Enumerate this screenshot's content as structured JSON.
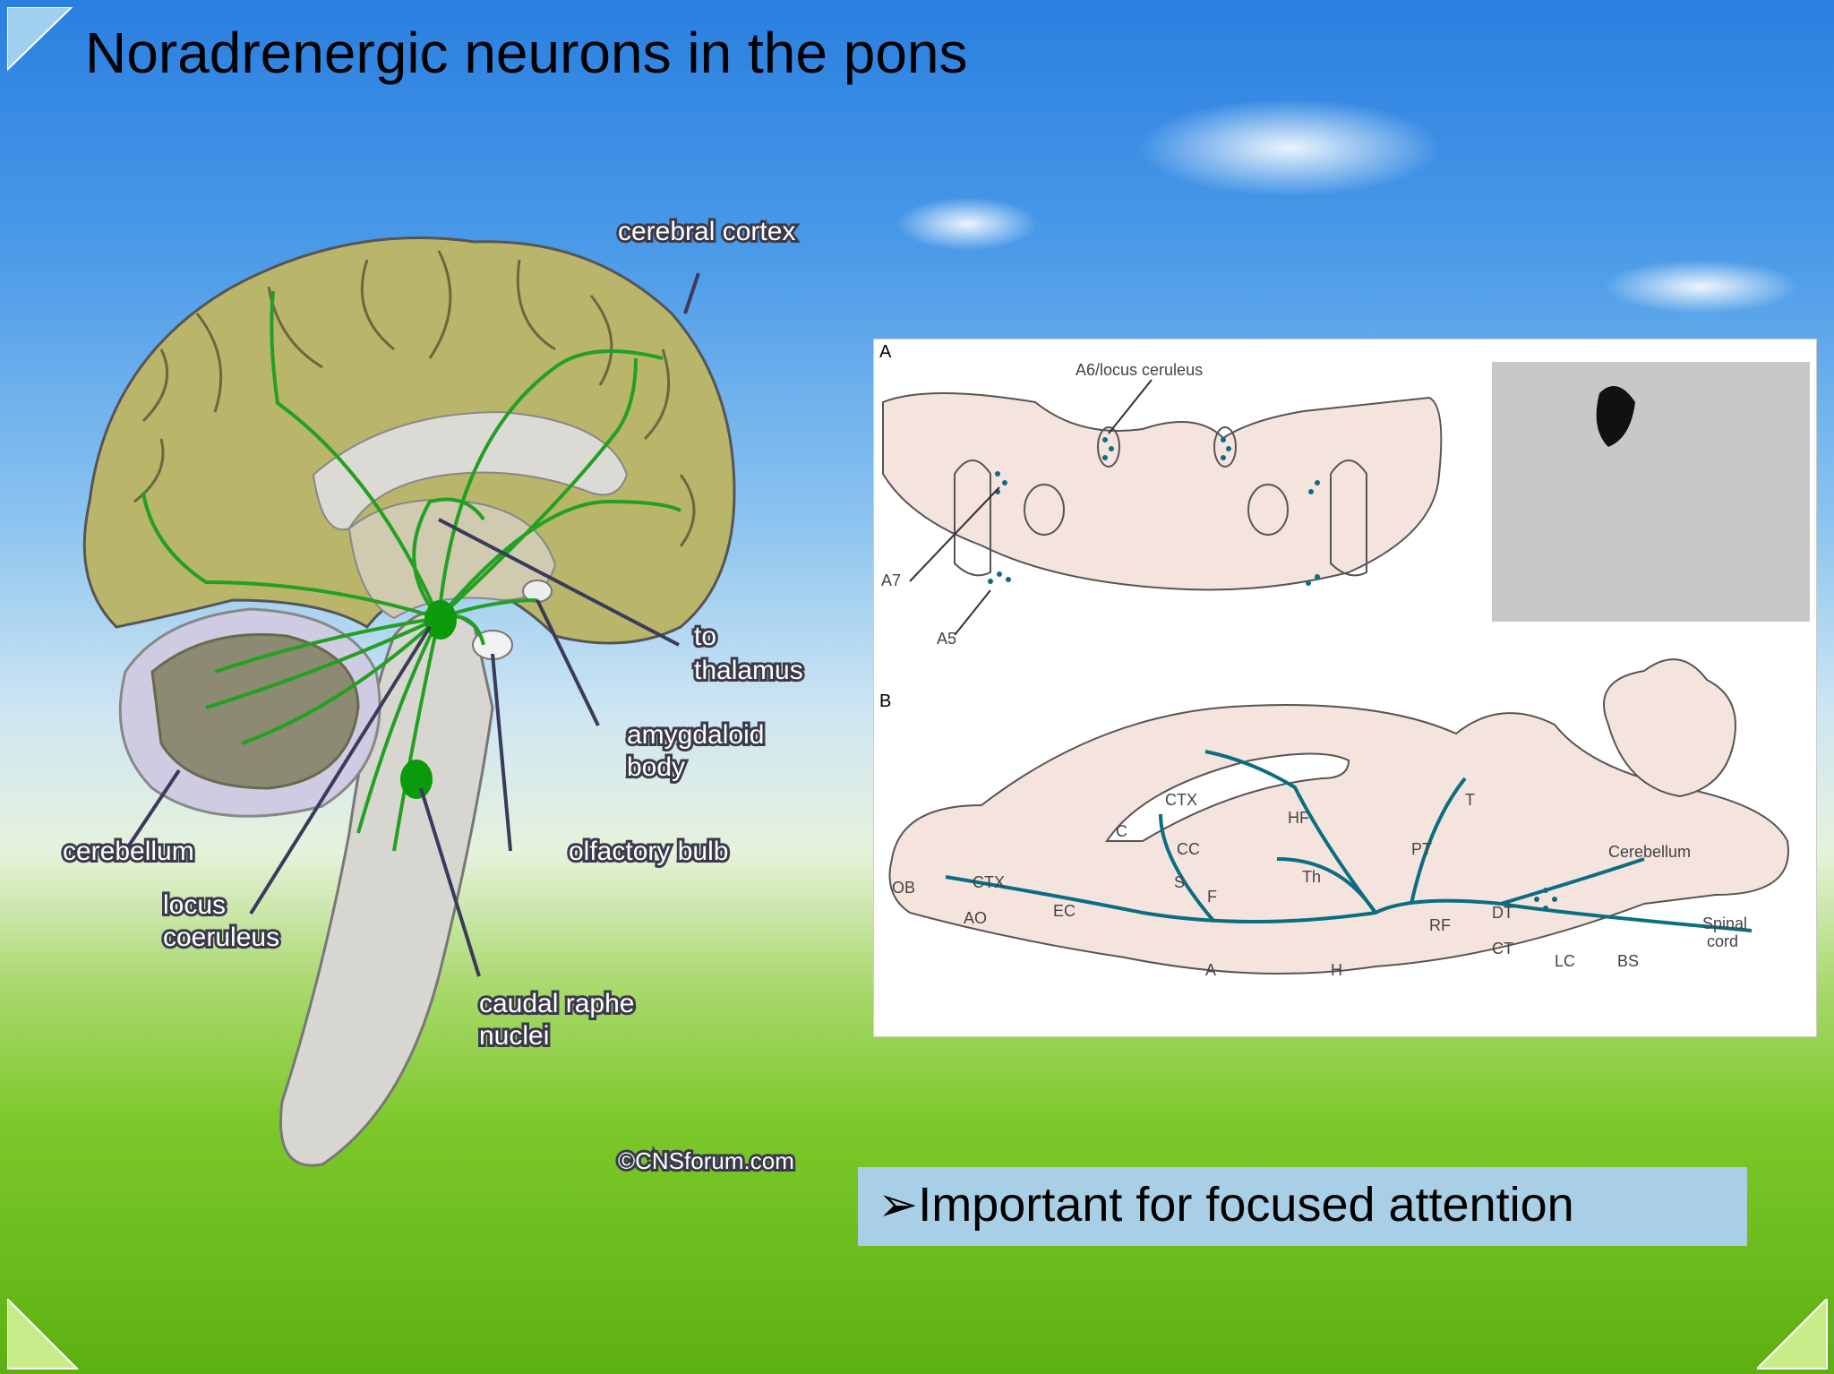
{
  "slide": {
    "title": "Noradrenergic neurons in the pons",
    "callout": "➢Important for focused attention"
  },
  "left_diagram": {
    "labels": {
      "cerebral_cortex": "cerebral cortex",
      "to": "to",
      "thalamus": "thalamus",
      "amygdaloid": "amygdaloid",
      "body": "body",
      "olfactory_bulb": "olfactory bulb",
      "cerebellum": "cerebellum",
      "locus": "locus",
      "coeruleus": "coeruleus",
      "caudal_raphe": "caudal raphe",
      "nuclei": "nuclei",
      "credit": "©CNSforum.com"
    }
  },
  "right_diagram": {
    "panel_a": {
      "letter": "A",
      "a6": "A6/locus ceruleus",
      "a7": "A7",
      "a5": "A5"
    },
    "panel_b": {
      "letter": "B",
      "labels": {
        "ctx_top": "CTX",
        "hf": "HF",
        "c": "C",
        "cc": "CC",
        "t": "T",
        "pt": "PT",
        "cerebellum": "Cerebellum",
        "ob": "OB",
        "ctx_left": "CTX",
        "s": "S",
        "th": "Th",
        "f": "F",
        "ao": "AO",
        "ec": "EC",
        "rf": "RF",
        "dt": "DT",
        "spinal": "Spinal",
        "cord": "cord",
        "ct": "CT",
        "lc": "LC",
        "bs": "BS",
        "a": "A",
        "h": "H"
      }
    }
  },
  "colors": {
    "green_path": "#22a022",
    "teal_path": "#0a6e80",
    "cortex": "#b9b56a",
    "tissue": "#f5e4de"
  }
}
